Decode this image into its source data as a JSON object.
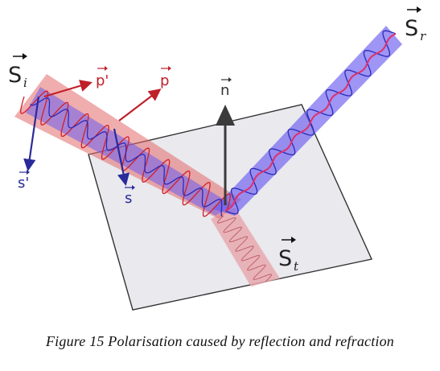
{
  "labels": {
    "s_i": "S",
    "s_i_sub": "i",
    "s_r": "S",
    "s_r_sub": "r",
    "s_t": "S",
    "s_t_sub": "t",
    "p_prime": "p'",
    "p": "p",
    "s_prime": "s'",
    "s": "s",
    "n": "n"
  },
  "caption": "Figure 15 Polarisation caused by reflection and refraction",
  "colors": {
    "plane_fill": "#e9e9ee",
    "plane_stroke": "#333333",
    "beam_red": "#e46a6a",
    "beam_blue": "#6a5cf0",
    "wave_red": "#d0202a",
    "wave_blue": "#2a2ab8",
    "normal_arrow": "#3a3a3a",
    "p_arrow": "#c0202a",
    "s_arrow": "#2a2a9a"
  }
}
